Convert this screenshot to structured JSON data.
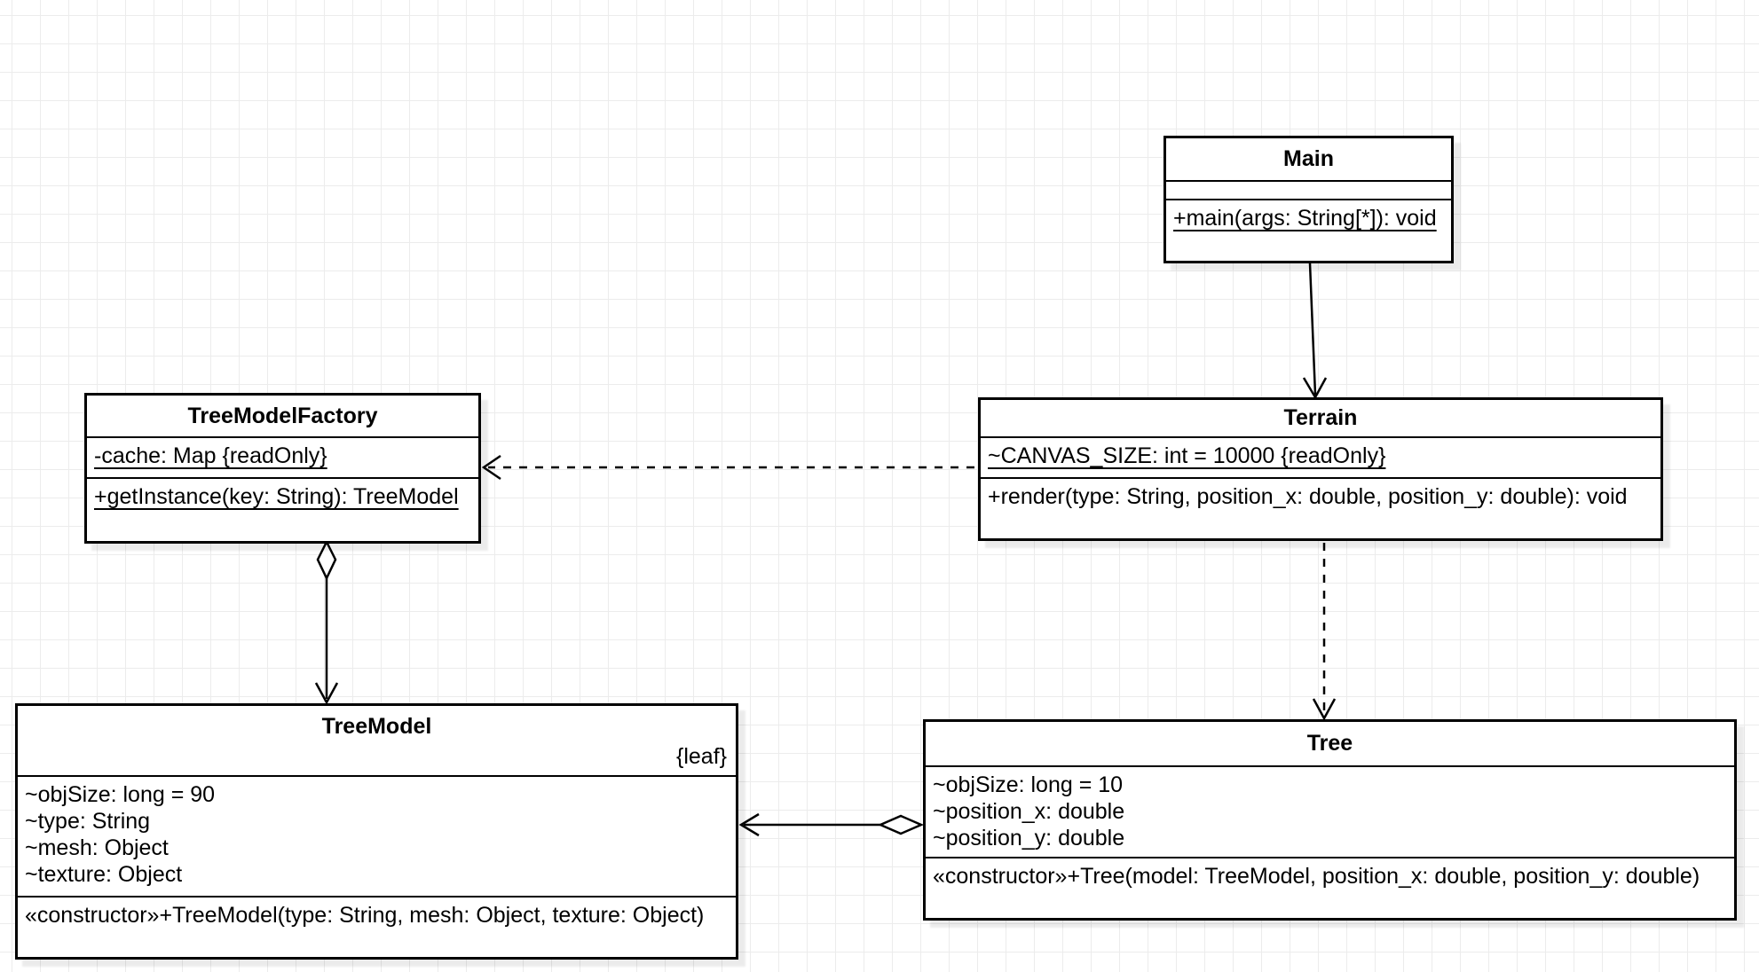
{
  "diagram": {
    "background": "#ffffff",
    "grid_color": "#ececec",
    "stroke_color": "#000000",
    "classes": [
      {
        "name": "Main",
        "attributes": [],
        "methods": [
          {
            "text": "+main(args: String[*]): void",
            "static": true
          }
        ]
      },
      {
        "name": "TreeModelFactory",
        "attributes": [
          {
            "text": "-cache: Map {readOnly}",
            "static": true
          }
        ],
        "methods": [
          {
            "text": "+getInstance(key: String): TreeModel",
            "static": true
          }
        ]
      },
      {
        "name": "Terrain",
        "attributes": [
          {
            "text": "~CANVAS_SIZE: int = 10000 {readOnly}",
            "static": true
          }
        ],
        "methods": [
          {
            "text": "+render(type: String, position_x: double, position_y: double): void",
            "static": false
          }
        ]
      },
      {
        "name": "TreeModel",
        "constraint": "{leaf}",
        "attributes": [
          {
            "text": "~objSize: long = 90",
            "static": false
          },
          {
            "text": "~type: String",
            "static": false
          },
          {
            "text": "~mesh: Object",
            "static": false
          },
          {
            "text": "~texture: Object",
            "static": false
          }
        ],
        "methods": [
          {
            "text": "«constructor»+TreeModel(type: String, mesh: Object, texture: Object)",
            "static": false
          }
        ]
      },
      {
        "name": "Tree",
        "attributes": [
          {
            "text": "~objSize: long = 10",
            "static": false
          },
          {
            "text": "~position_x: double",
            "static": false
          },
          {
            "text": "~position_y: double",
            "static": false
          }
        ],
        "methods": [
          {
            "text": "«constructor»+Tree(model: TreeModel, position_x: double, position_y: double)",
            "static": false
          }
        ]
      }
    ],
    "relationships": [
      {
        "from": "Main",
        "to": "Terrain",
        "type": "directed-association",
        "line": "solid",
        "arrow": "open"
      },
      {
        "from": "Terrain",
        "to": "TreeModelFactory",
        "type": "dependency",
        "line": "dashed",
        "arrow": "open"
      },
      {
        "from": "Terrain",
        "to": "Tree",
        "type": "dependency",
        "line": "dashed",
        "arrow": "open"
      },
      {
        "from": "TreeModelFactory",
        "to": "TreeModel",
        "type": "aggregation",
        "line": "solid",
        "arrow": "open",
        "diamond": "hollow"
      },
      {
        "from": "Tree",
        "to": "TreeModel",
        "type": "aggregation",
        "line": "solid",
        "arrow": "open",
        "diamond": "hollow"
      }
    ]
  }
}
